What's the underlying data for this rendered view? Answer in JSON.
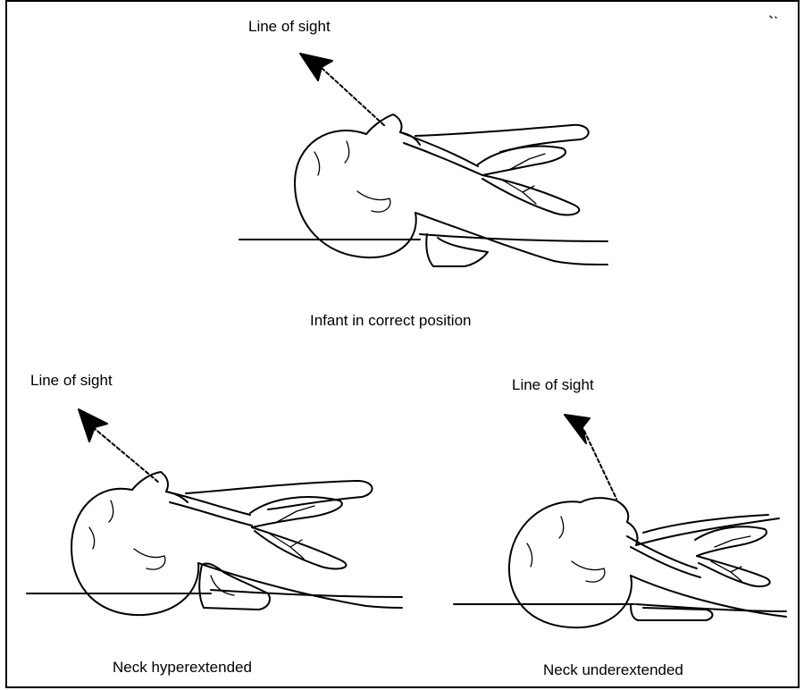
{
  "panels": {
    "top": {
      "sight_label": "Line of sight",
      "caption": "Infant in correct position"
    },
    "left": {
      "sight_label": "Line of sight",
      "caption": "Neck hyperextended"
    },
    "right": {
      "sight_label": "Line of sight",
      "caption": "Neck underextended"
    }
  }
}
